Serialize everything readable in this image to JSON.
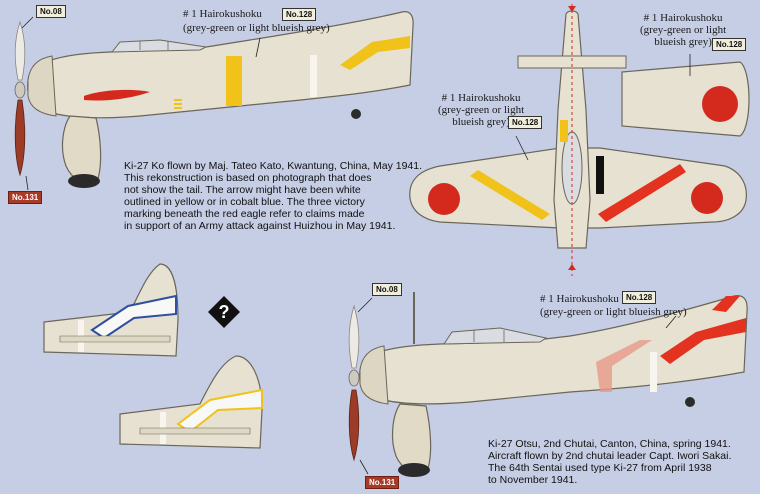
{
  "labels": {
    "no08": "No.08",
    "no128": "No.128",
    "no131": "No.131",
    "hairokushoku": "# 1 Hairokushoku",
    "hairo_desc_line": "(grey-green or light blueish grey)",
    "hairo_desc_split_a": "(grey-green or light",
    "hairo_desc_split_b": "blueish grey)",
    "hairo_desc_split_c": "blueish grey)"
  },
  "captions": {
    "ki27_ko": [
      "Ki-27 Ko flown by Maj. Tateo Kato, Kwantung, China, May 1941.",
      "This rekonstruction is based on photograph that does",
      "not show the tail. The arrow might have been white",
      "outlined in yellow or in cobalt blue. The three victory",
      "marking beneath the red eagle refer to claims made",
      "in support of an Army attack against Huizhou in May 1941."
    ],
    "ki27_otsu": [
      "Ki-27 Otsu, 2nd Chutai, Canton, China, spring 1941.",
      "Aircraft flown by 2nd chutai leader Capt. Iwori Sakai.",
      "The 64th Sentai used type Ki-27 from April 1938",
      "to November 1941."
    ]
  },
  "question_mark": "?",
  "colors": {
    "background": "#c6cee5",
    "airframe": "#e6e1d0",
    "hinomaru": "#d42a1e",
    "yellow_band": "#f0c21a",
    "red_arrow": "#e3321f",
    "propeller": "#9b3b28"
  }
}
